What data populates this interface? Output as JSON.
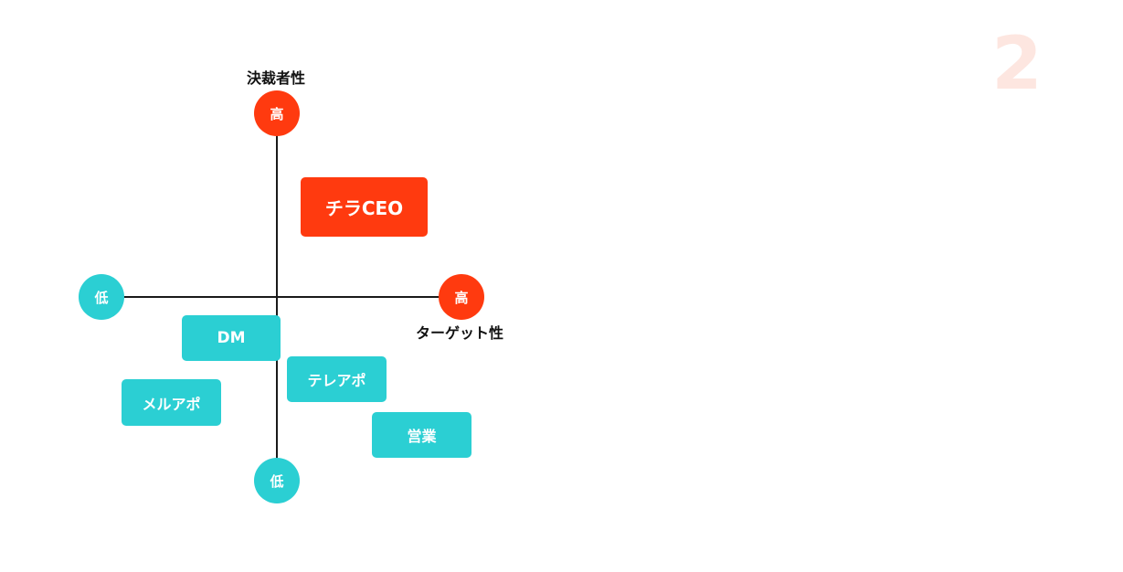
{
  "page_number": "2",
  "colors": {
    "accent": "#ff3a0f",
    "teal": "#2bcfd3",
    "page_number": "#fde6e0",
    "axis": "#1a1a1a"
  },
  "axes": {
    "y_title": "決裁者性",
    "x_title": "ターゲット性",
    "y_high": "高",
    "y_low": "低",
    "x_high": "高",
    "x_low": "低"
  },
  "items": [
    {
      "label": "チラCEO",
      "highlight": true
    },
    {
      "label": "DM",
      "highlight": false
    },
    {
      "label": "テレアポ",
      "highlight": false
    },
    {
      "label": "メルアポ",
      "highlight": false
    },
    {
      "label": "営業",
      "highlight": false
    }
  ]
}
